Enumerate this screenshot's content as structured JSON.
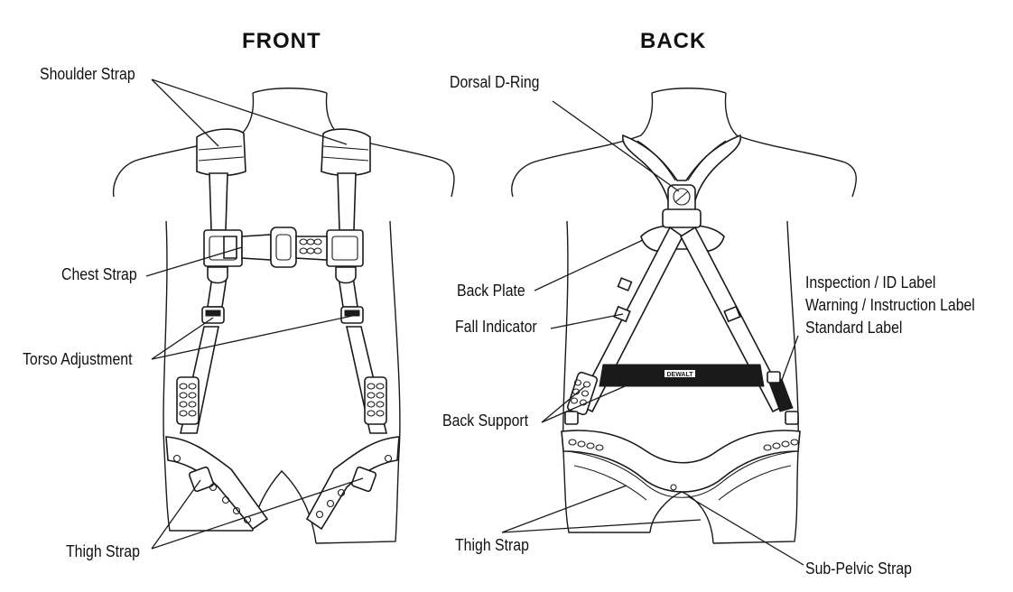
{
  "front": {
    "title": "FRONT",
    "labels": {
      "shoulder_strap": "Shoulder Strap",
      "chest_strap": "Chest Strap",
      "torso_adjustment": "Torso Adjustment",
      "thigh_strap": "Thigh Strap"
    }
  },
  "back": {
    "title": "BACK",
    "labels": {
      "dorsal_d_ring": "Dorsal D-Ring",
      "back_plate": "Back Plate",
      "fall_indicator": "Fall Indicator",
      "back_support": "Back Support",
      "inspection_label": "Inspection / ID Label",
      "warning_label": "Warning / Instruction Label",
      "standard_label": "Standard Label",
      "thigh_strap": "Thigh Strap",
      "sub_pelvic_strap": "Sub-Pelvic Strap"
    },
    "back_support_logo": "DEWALT"
  }
}
